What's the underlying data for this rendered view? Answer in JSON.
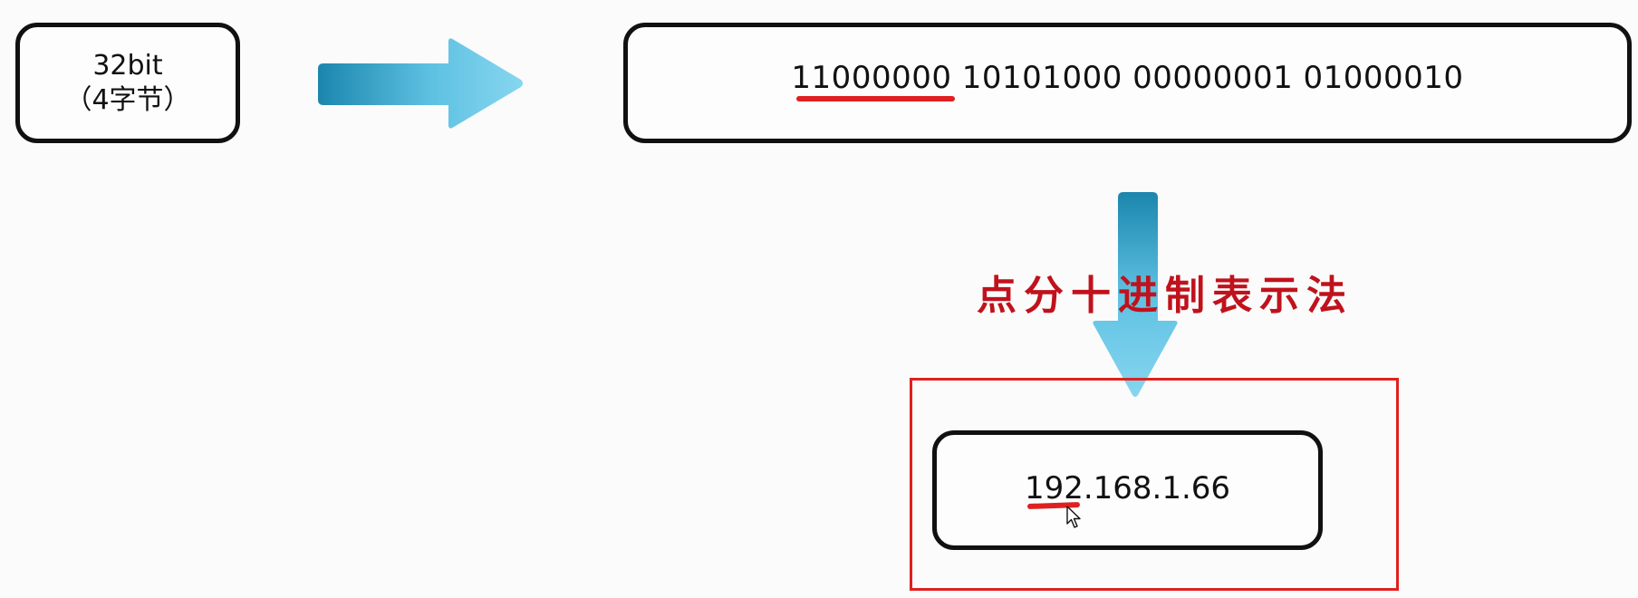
{
  "source_box": {
    "line1": "32bit",
    "line2": "（4字节）"
  },
  "binary_box": {
    "text": "11000000 10101000 00000001 01000010"
  },
  "decimal_box": {
    "text": "192.168.1.66"
  },
  "method_label": "点分十进制表示法",
  "colors": {
    "accent_red": "#e02020",
    "label_red": "#c0121c",
    "arrow_dark": "#1b86ad",
    "arrow_light": "#86d6ef",
    "box_border": "#111111"
  }
}
